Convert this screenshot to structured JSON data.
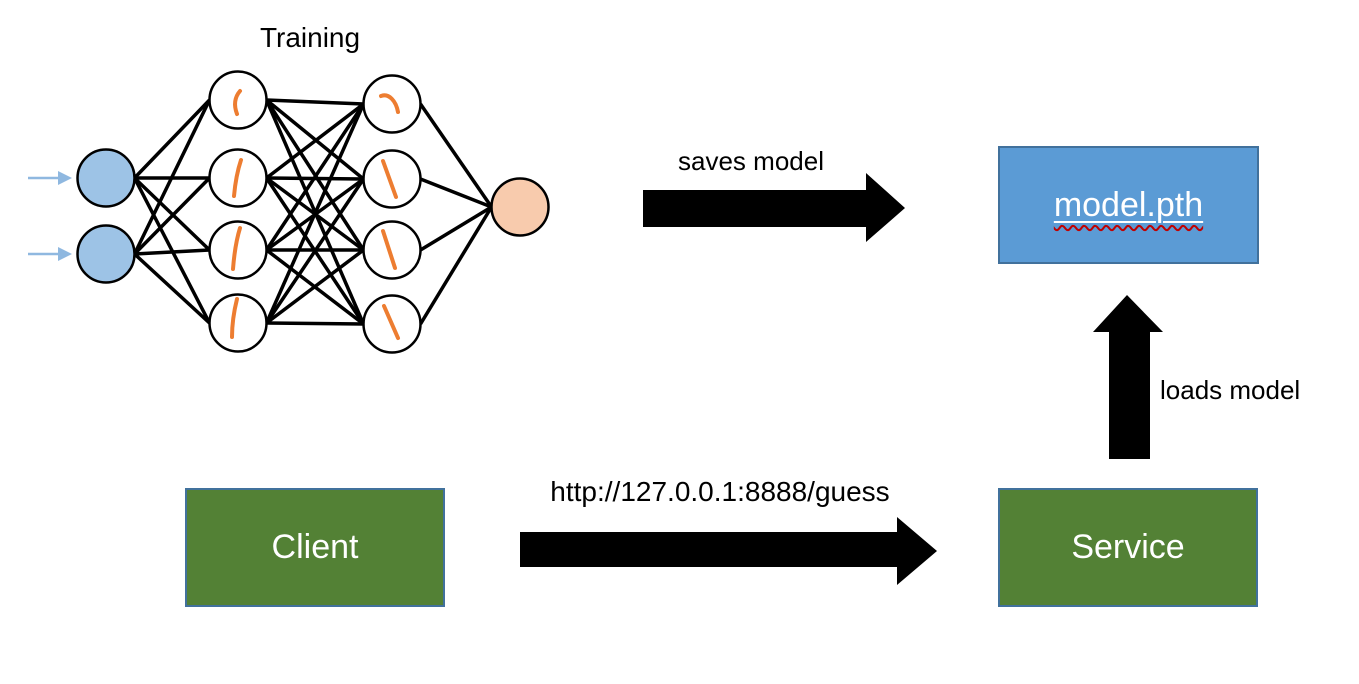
{
  "background": "#FFFFFF",
  "arrow_color": "#000000",
  "text_color": "#000000",
  "training": {
    "label": "Training",
    "network": {
      "layers": [
        {
          "name": "input",
          "count": 2,
          "fill": "#9DC3E6"
        },
        {
          "name": "hidden-1",
          "count": 4,
          "fill": "#FFFFFF"
        },
        {
          "name": "hidden-2",
          "count": 4,
          "fill": "#FFFFFF"
        },
        {
          "name": "output",
          "count": 1,
          "fill": "#F8CBAD"
        }
      ],
      "node_stroke": "#000000",
      "edge_color": "#000000",
      "activation_mark_color": "#ED7D31",
      "input_arrow_color": "#8FB8E0"
    }
  },
  "flows": {
    "saves_model": {
      "label": "saves model"
    },
    "request": {
      "label": "http://127.0.0.1:8888/guess"
    },
    "loads_model": {
      "label": "loads model"
    }
  },
  "nodes": {
    "model_file": {
      "label": "model.pth",
      "fill": "#5B9BD5",
      "border": "#41719C",
      "text_color": "#FFFFFF",
      "spellcheck_color": "#C00000"
    },
    "client": {
      "label": "Client",
      "fill": "#538135",
      "border": "#41719C",
      "text_color": "#FFFFFF"
    },
    "service": {
      "label": "Service",
      "fill": "#538135",
      "border": "#41719C",
      "text_color": "#FFFFFF"
    }
  }
}
